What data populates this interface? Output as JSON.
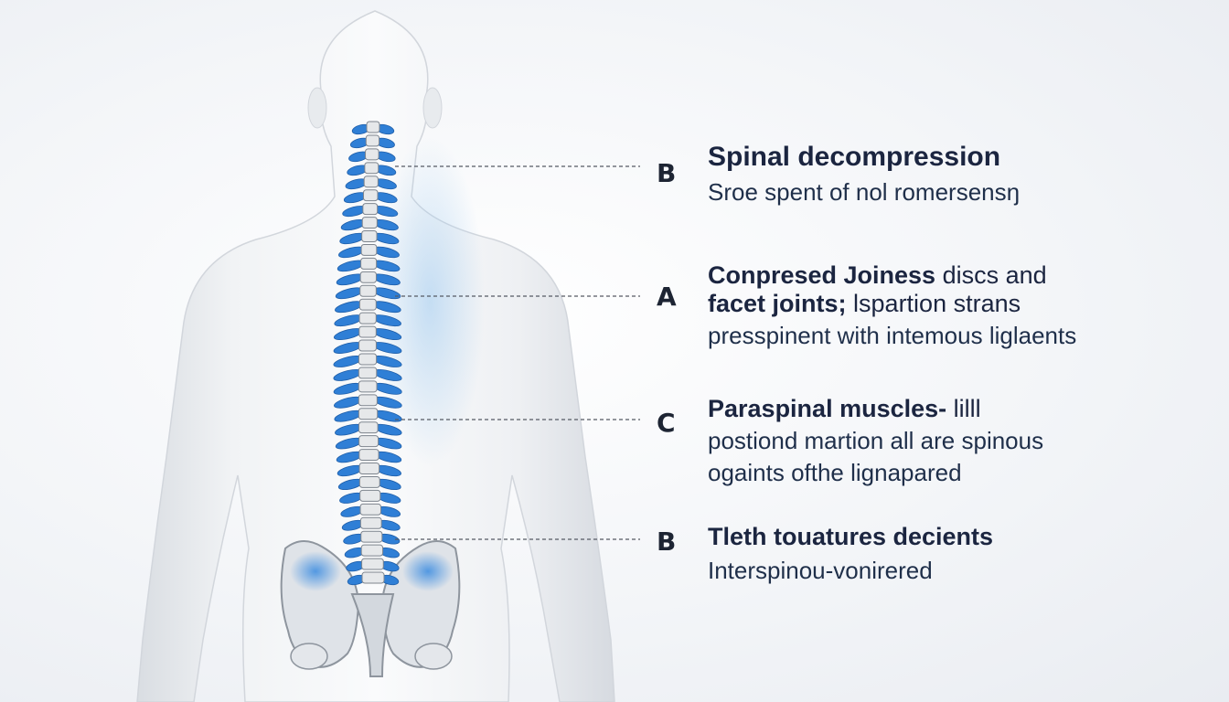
{
  "callouts": [
    {
      "letter": "B",
      "head_bold": "Spinal decompression",
      "head_rest": "",
      "lines": [
        "Sroe spent of nol romersensŋ"
      ]
    },
    {
      "letter": "A",
      "head_bold": "Conpresed Joiness",
      "head_rest": " discs and",
      "head2_bold": "facet joints;",
      "head2_rest": " lspartion strans",
      "lines": [
        "presspinent with intemous liglaents"
      ]
    },
    {
      "letter": "C",
      "head_bold": "Paraspinal muscles-",
      "head_rest": " lilll",
      "lines": [
        "postiond martion all are spinous",
        "ogaints ofthe lignapared"
      ]
    },
    {
      "letter": "B",
      "head_bold": "Tleth touatures decients",
      "head_rest": "",
      "lines": [
        "Interspinou-vonirered"
      ]
    }
  ],
  "colors": {
    "body": "#eceef1",
    "vertebra": "#e6e8ea",
    "process": "#2f7fd6",
    "leader": "#555a63",
    "text": "#1b2540"
  }
}
